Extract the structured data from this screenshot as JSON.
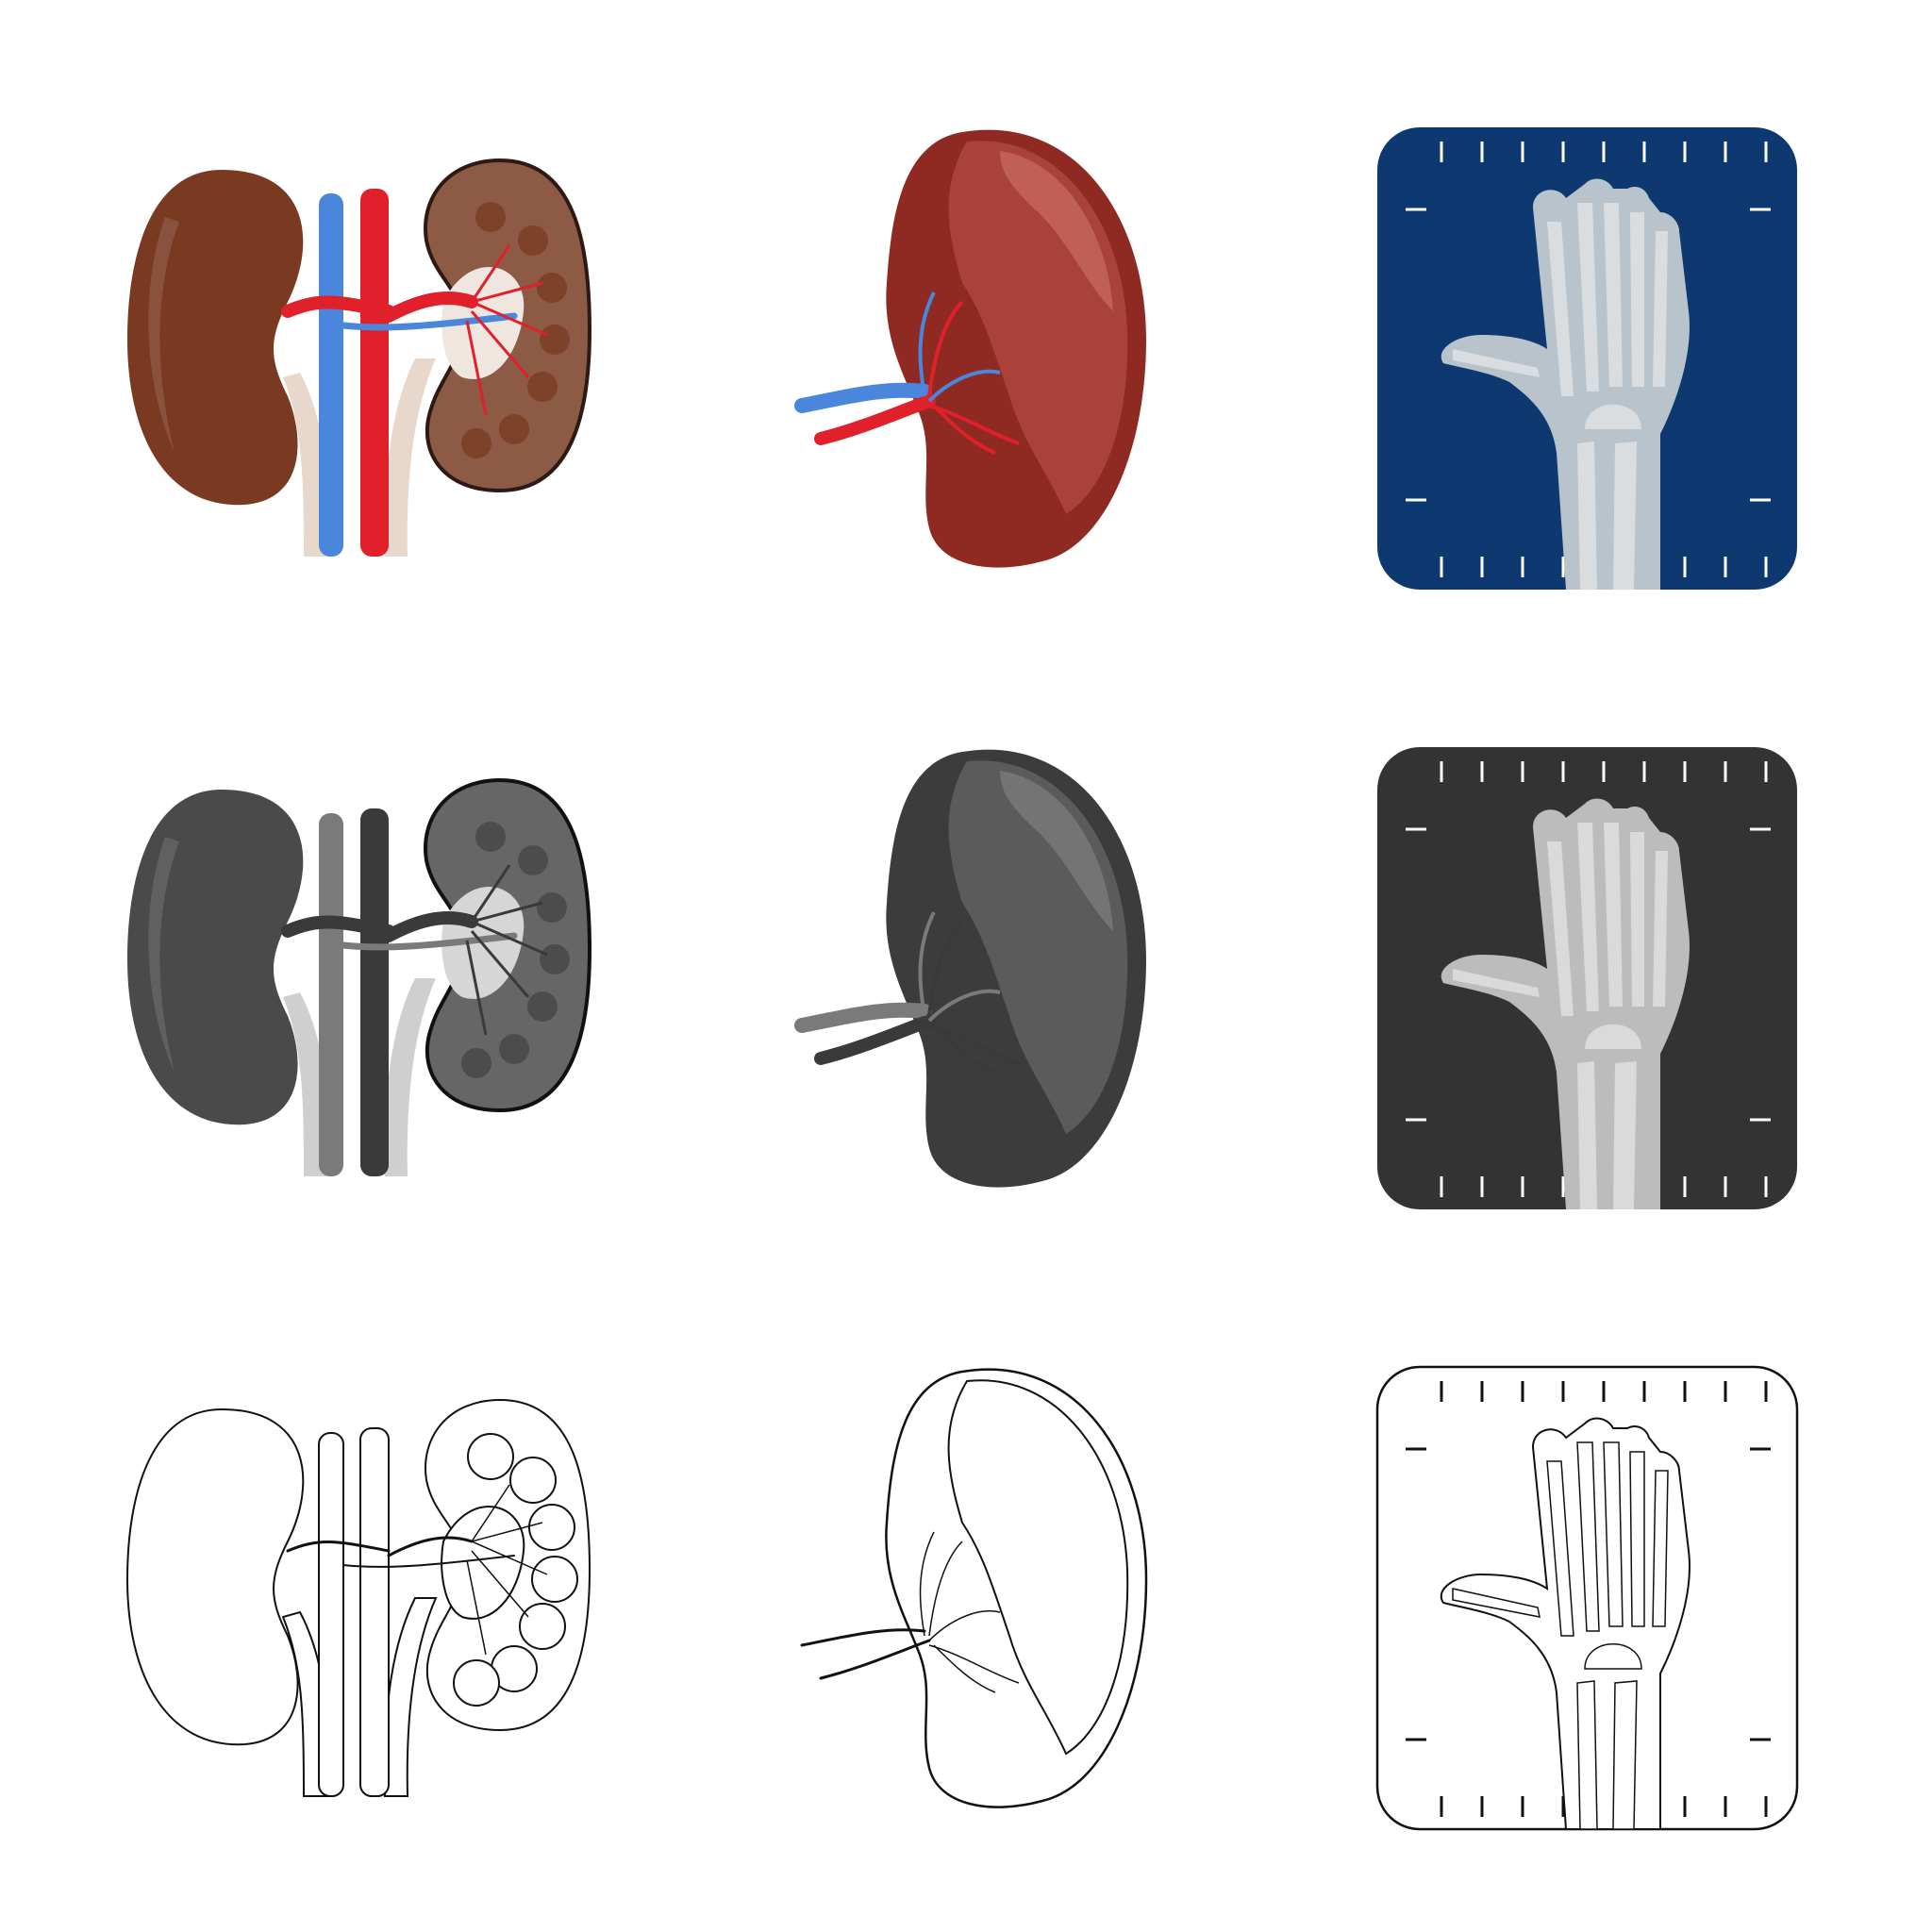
{
  "grid": {
    "rows": [
      "color",
      "monochrome",
      "outline"
    ],
    "columns": [
      "kidneys-icon",
      "spleen-icon",
      "hand-xray-icon"
    ]
  },
  "palettes": {
    "color": {
      "kidney_outer": "#7a3a22",
      "kidney_cut": "#8c5a45",
      "kidney_pyramid": "#7a3a22",
      "pelvis": "#efe6df",
      "ureter": "#e8d8cc",
      "artery": "#e0202a",
      "vein": "#4a86db",
      "spleen_dark": "#8e2a22",
      "spleen_mid": "#a8423a",
      "spleen_light": "#c4675e",
      "xray_card": "#0d3970",
      "xray_bone": "#d9dde0",
      "xray_soft": "#b9c3cc",
      "stroke": "#2d1a14"
    },
    "monochrome": {
      "kidney_outer": "#4a4a4a",
      "kidney_cut": "#666666",
      "kidney_pyramid": "#444444",
      "pelvis": "#d6d6d6",
      "ureter": "#cfcfcf",
      "artery": "#3a3a3a",
      "vein": "#7a7a7a",
      "spleen_dark": "#3c3c3c",
      "spleen_mid": "#5b5b5b",
      "spleen_light": "#7b7b7b",
      "xray_card": "#333333",
      "xray_bone": "#dadada",
      "xray_soft": "#bcbcbc",
      "stroke": "#111111"
    },
    "outline": {
      "kidney_outer": "#ffffff",
      "kidney_cut": "#ffffff",
      "kidney_pyramid": "#ffffff",
      "pelvis": "#ffffff",
      "ureter": "#ffffff",
      "artery": "#ffffff",
      "vein": "#ffffff",
      "spleen_dark": "#ffffff",
      "spleen_mid": "#ffffff",
      "spleen_light": "#ffffff",
      "xray_card": "#ffffff",
      "xray_bone": "#ffffff",
      "xray_soft": "#ffffff",
      "stroke": "#111111"
    }
  }
}
